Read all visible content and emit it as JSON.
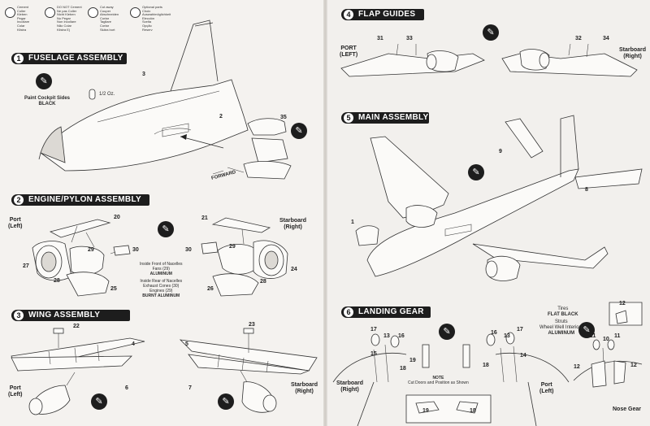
{
  "legend": [
    {
      "icon": "glue-icon",
      "lines": [
        "Cement",
        "Coller",
        "Kleben",
        "Pegar",
        "Incollare",
        "Colar",
        "Klistra"
      ]
    },
    {
      "icon": "no-glue-icon",
      "lines": [
        "DO NOT Cement",
        "Ne pas Coller",
        "Nicht Kleben",
        "No Pegar",
        "Non Incollare",
        "Não Colar",
        "Klistra Ej"
      ]
    },
    {
      "icon": "cut-icon",
      "lines": [
        "Cut away",
        "Couper",
        "Abschneiden",
        "Cortar",
        "Tagliare",
        "Cortar",
        "Skära bort"
      ]
    },
    {
      "icon": "optional-icon",
      "lines": [
        "Optional parts",
        "Choix",
        "Auswahlmöglichkeit",
        "Elección",
        "Scelta",
        "Opção",
        "Reserv"
      ]
    }
  ],
  "steps": {
    "s1": {
      "num": "1",
      "title": "FUSELAGE ASSEMBLY"
    },
    "s2": {
      "num": "2",
      "title": "ENGINE/PYLON ASSEMBLY"
    },
    "s3": {
      "num": "3",
      "title": "WING ASSEMBLY"
    },
    "s4": {
      "num": "4",
      "title": "FLAP GUIDES"
    },
    "s5": {
      "num": "5",
      "title": "MAIN ASSEMBLY"
    },
    "s6": {
      "num": "6",
      "title": "LANDING GEAR"
    }
  },
  "s1": {
    "paint_note": [
      "Paint Cockpit Sides",
      "BLACK"
    ],
    "weight": "1/2 Oz.",
    "forward": "FORWARD",
    "parts": {
      "p3": "3",
      "p2": "2",
      "p35": "35"
    }
  },
  "s2": {
    "port": [
      "Port",
      "(Left)"
    ],
    "starboard": [
      "Starboard",
      "(Right)"
    ],
    "notes": [
      "Inside Front of Nacelles",
      "Fans (29)",
      "ALUMINUM",
      "Inside Rear of Nacelles",
      "Exhaust Cones (30)",
      "Engines (29)",
      "BURNT ALUMINUM"
    ],
    "parts": {
      "p20": "20",
      "p29a": "29",
      "p30a": "30",
      "p27": "27",
      "p28a": "28",
      "p25": "25",
      "p21": "21",
      "p29b": "29",
      "p30b": "30",
      "p24": "24",
      "p28b": "28",
      "p26": "26"
    }
  },
  "s3": {
    "port": [
      "Port",
      "(Left)"
    ],
    "starboard": [
      "Starboard",
      "(Right)"
    ],
    "parts": {
      "p22": "22",
      "p4": "4",
      "p6": "6",
      "p23": "23",
      "p5": "5",
      "p7": "7"
    }
  },
  "s4": {
    "port": [
      "PORT",
      "(LEFT)"
    ],
    "starboard": [
      "Starboard",
      "(Right)"
    ],
    "parts": {
      "p31": "31",
      "p33": "33",
      "p32": "32",
      "p34": "34"
    }
  },
  "s5": {
    "parts": {
      "p9": "9",
      "p8": "8",
      "p1": "1"
    }
  },
  "s6": {
    "tires_note": [
      "Tires",
      "FLAT BLACK"
    ],
    "struts_note": [
      "Struts",
      "Wheel Well Interiors",
      "ALUMINUM"
    ],
    "cut_note": [
      "NOTE",
      "Cut Doors and Position as Shown"
    ],
    "starboard": [
      "Starboard",
      "(Right)"
    ],
    "port": [
      "Port",
      "(Left)"
    ],
    "nose_gear": "Nose Gear",
    "parts": {
      "p17a": "17",
      "p13a": "13",
      "p16a": "16",
      "p15": "15",
      "p19a": "19",
      "p18a": "18",
      "p16b": "16",
      "p13b": "13",
      "p17b": "17",
      "p18b": "18",
      "p14": "14",
      "p12a": "12",
      "p11a": "11",
      "p10": "10",
      "p11b": "11",
      "p12b": "12",
      "p12c": "12",
      "p19b": "19",
      "p18c": "18"
    }
  }
}
